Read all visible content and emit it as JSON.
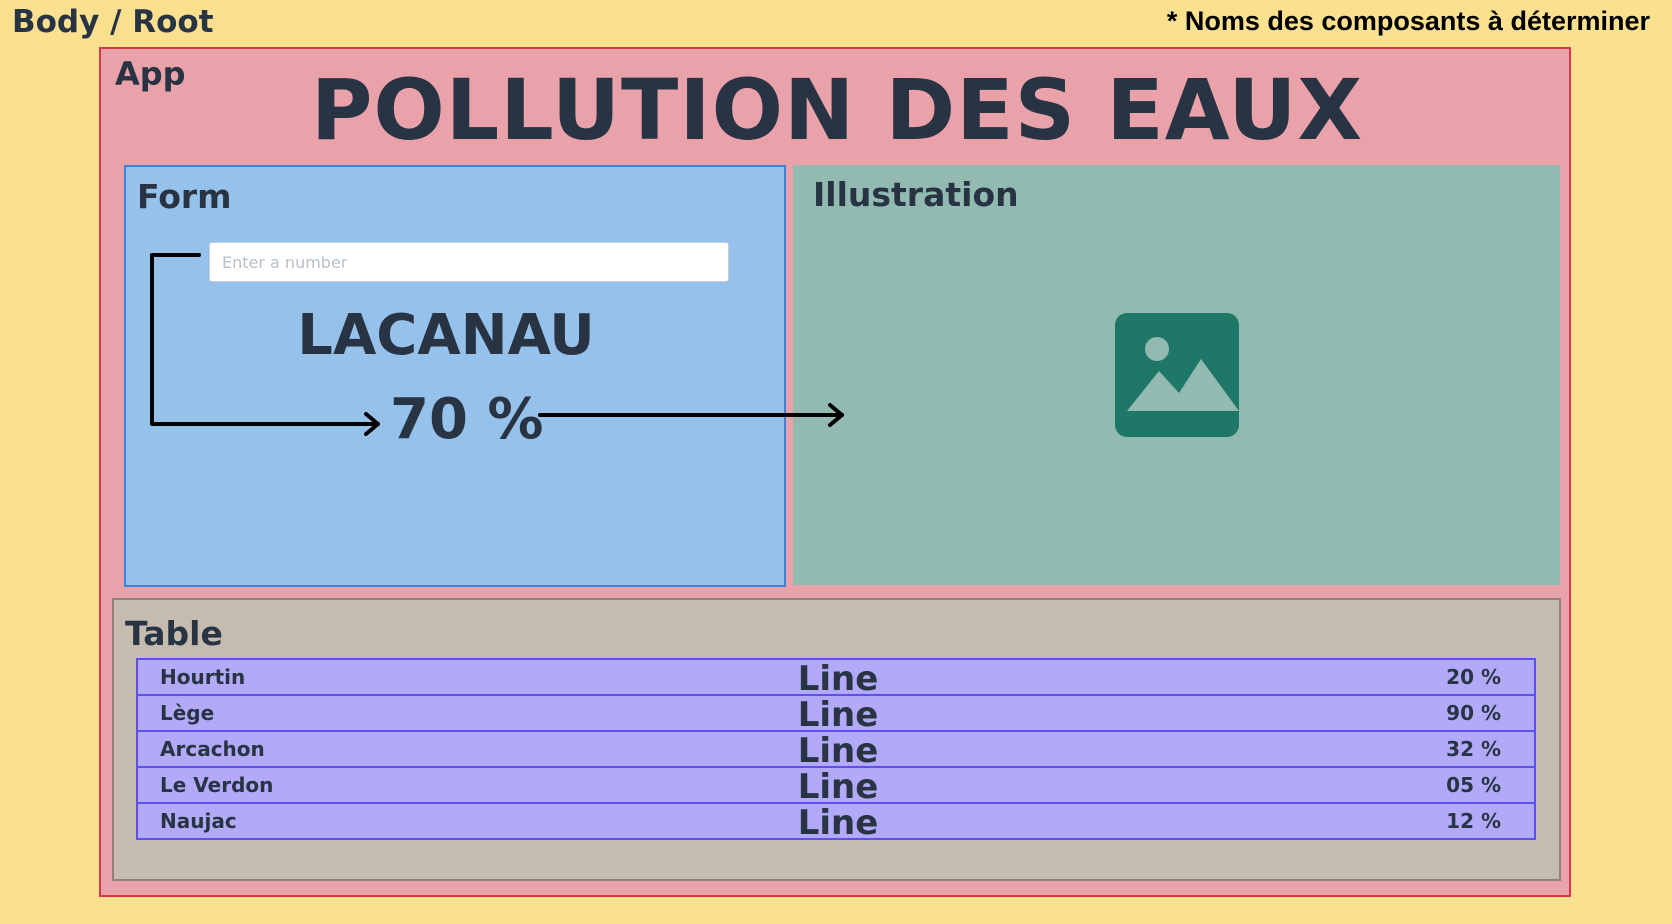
{
  "body_label": "Body / Root",
  "note": "* Noms des composants à déterminer",
  "app": {
    "label": "App",
    "title": "POLLUTION DES EAUX"
  },
  "form": {
    "label": "Form",
    "input_placeholder": "Enter a number",
    "city": "LACANAU",
    "percent": "70 %"
  },
  "illustration": {
    "label": "Illustration",
    "icon": "image-icon"
  },
  "table": {
    "label": "Table",
    "rows": [
      {
        "name": "Hourtin",
        "center": "Line",
        "value": "20 %"
      },
      {
        "name": "Lège",
        "center": "Line",
        "value": "90 %"
      },
      {
        "name": "Arcachon",
        "center": "Line",
        "value": "32 %"
      },
      {
        "name": "Le Verdon",
        "center": "Line",
        "value": "05 %"
      },
      {
        "name": "Naujac",
        "center": "Line",
        "value": "12 %"
      }
    ]
  },
  "colors": {
    "body_bg": "#fae08f",
    "app_bg": "#e9a2aa",
    "form_bg": "#95c1ea",
    "illustration_bg": "#92bab1",
    "table_bg": "#c5bcaf",
    "row_bg": "#b2aaf8",
    "icon": "#1f7867",
    "text": "#283443"
  }
}
